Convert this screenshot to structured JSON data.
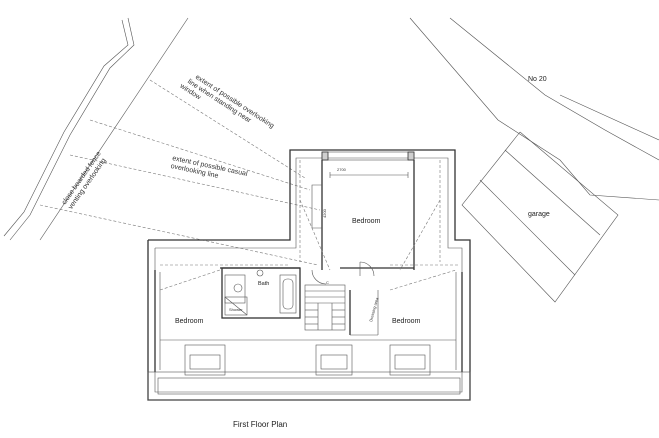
{
  "labels": {
    "no20": "No 20",
    "garage": "garage",
    "bedroom_top": "Bedroom",
    "bedroom_left": "Bedroom",
    "bedroom_right": "Bedroom",
    "bath": "Bath",
    "shower": "Shower",
    "dressing": "Dressing area",
    "cupboard": "C",
    "dim_width": "2700",
    "dim_height": "4200",
    "title": "First Floor Plan"
  },
  "annotations": {
    "overlook_standing_1": "extent of possible overlooking",
    "overlook_standing_2": "line when standing near",
    "overlook_standing_3": "window",
    "overlook_casual_1": "extent of possible casual",
    "overlook_casual_2": "overlooking line",
    "fence_1": "close boarded fence",
    "fence_2": "venting overlooking"
  }
}
